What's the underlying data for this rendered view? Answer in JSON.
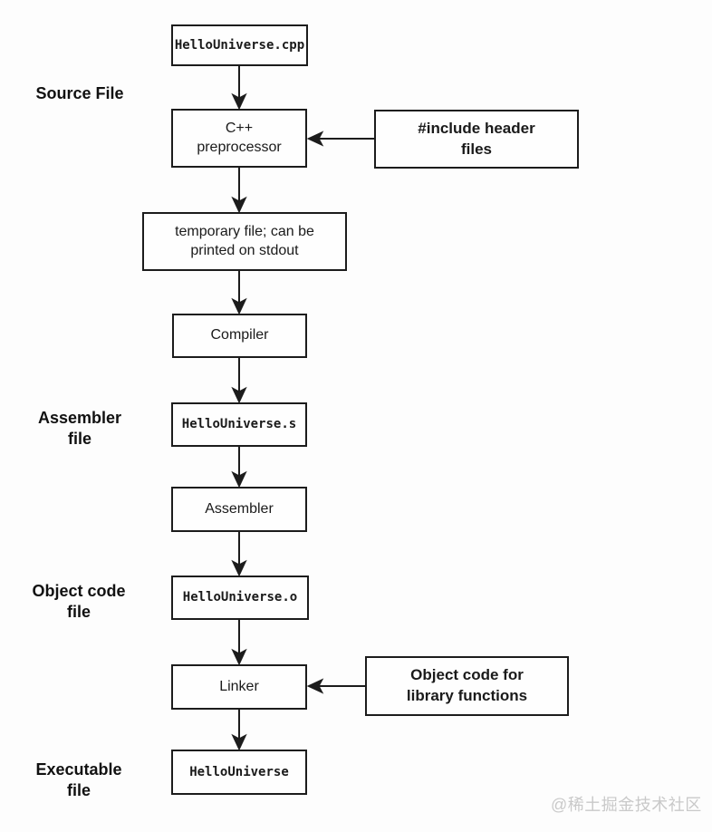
{
  "diagram": {
    "stage_labels": {
      "source": "Source File",
      "assembler": "Assembler file",
      "object": "Object code file",
      "executable": "Executable file"
    },
    "nodes": {
      "cpp_file": "HelloUniverse.cpp",
      "preprocessor": "C++ preprocessor",
      "temp_file": "temporary file; can be printed on stdout",
      "compiler": "Compiler",
      "asm_file": "HelloUniverse.s",
      "assembler": "Assembler",
      "obj_file": "HelloUniverse.o",
      "linker": "Linker",
      "executable_file": "HelloUniverse"
    },
    "side_nodes": {
      "include_headers": "#include header files",
      "object_lib": "Object code for library functions"
    },
    "colors": {
      "line": "#1c1c1c",
      "box_background": "#fefefe",
      "watermark": "#c9c9c9"
    },
    "watermark": "@稀土掘金技术社区"
  }
}
